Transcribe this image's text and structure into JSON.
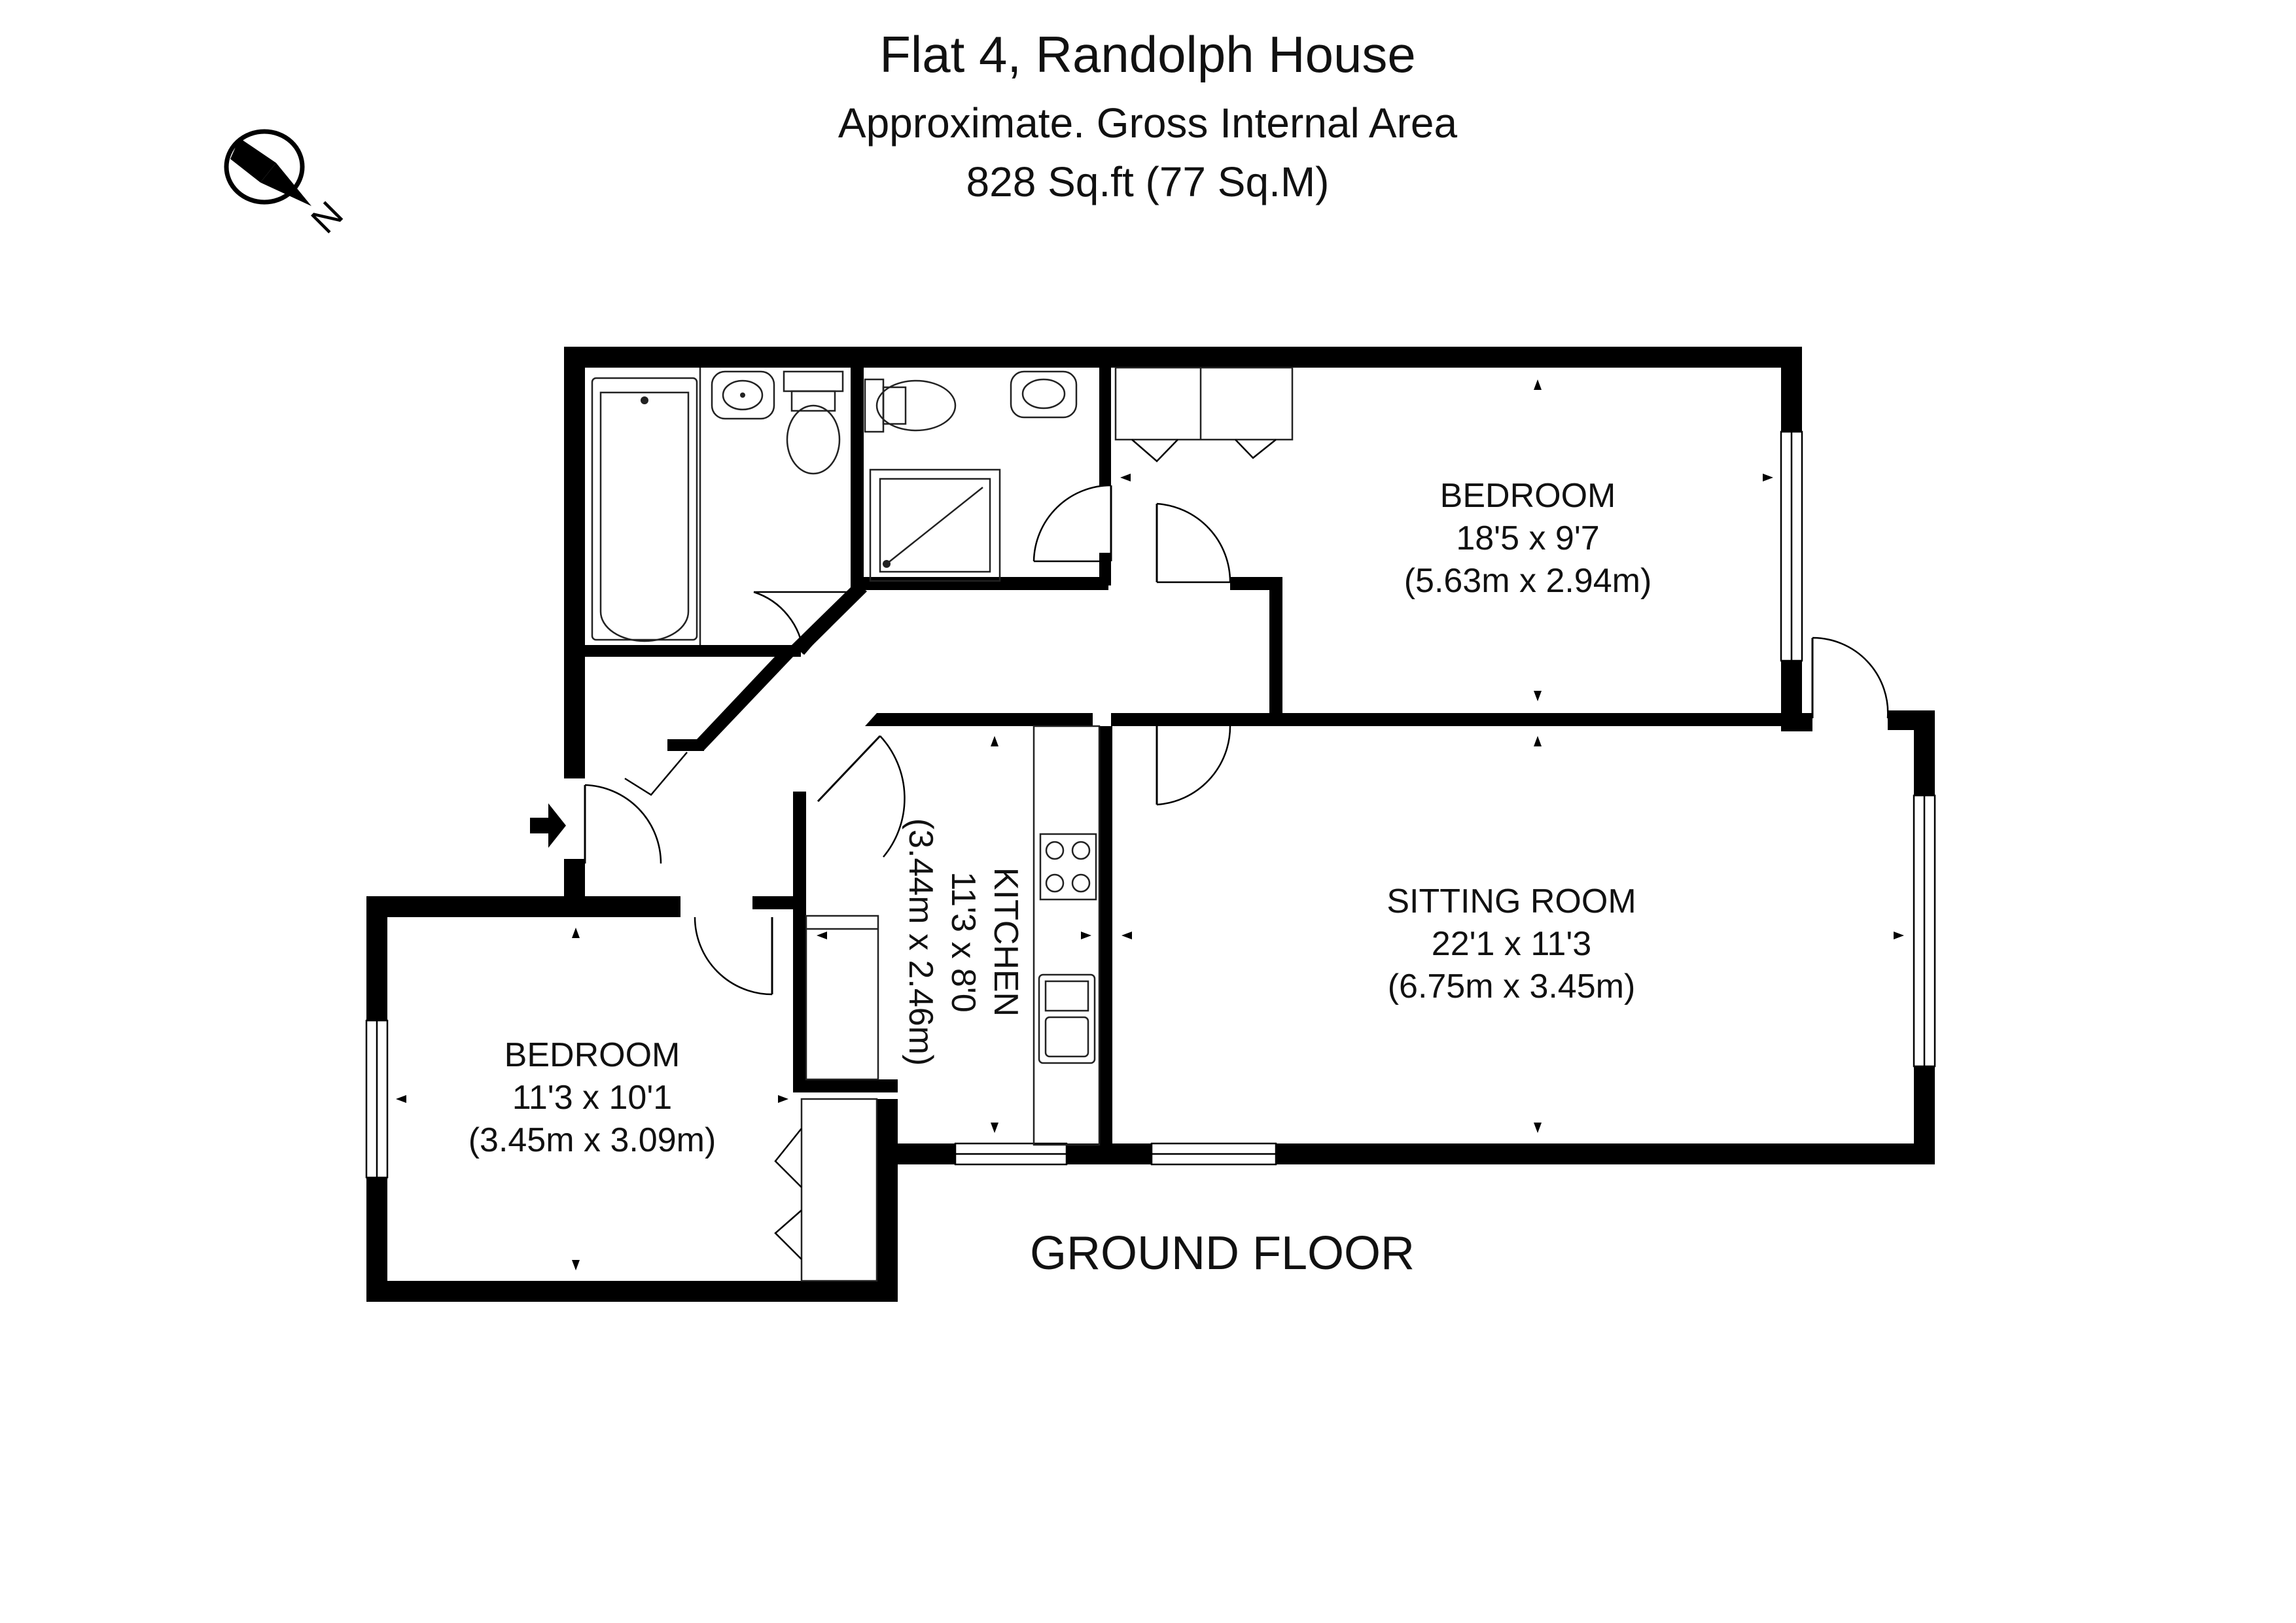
{
  "header": {
    "title": "Flat 4, Randolph House",
    "subtitle": "Approximate. Gross Internal Area",
    "area": "828 Sq.ft (77 Sq.M)"
  },
  "compass": {
    "letter": "N"
  },
  "rooms": {
    "bedroom_main": {
      "name": "BEDROOM",
      "imperial": "18'5 x 9'7",
      "metric": "(5.63m x 2.94m)"
    },
    "sitting_room": {
      "name": "SITTING ROOM",
      "imperial": "22'1 x 11'3",
      "metric": "(6.75m x 3.45m)"
    },
    "bedroom_second": {
      "name": "BEDROOM",
      "imperial": "11'3 x 10'1",
      "metric": "(3.45m x 3.09m)"
    },
    "kitchen": {
      "name": "KITCHEN",
      "imperial": "11'3 x 8'0",
      "metric": "(3.44m x 2.46m)"
    }
  },
  "floor_label": "GROUND FLOOR",
  "colors": {
    "walls": "#000000",
    "background": "#ffffff"
  }
}
